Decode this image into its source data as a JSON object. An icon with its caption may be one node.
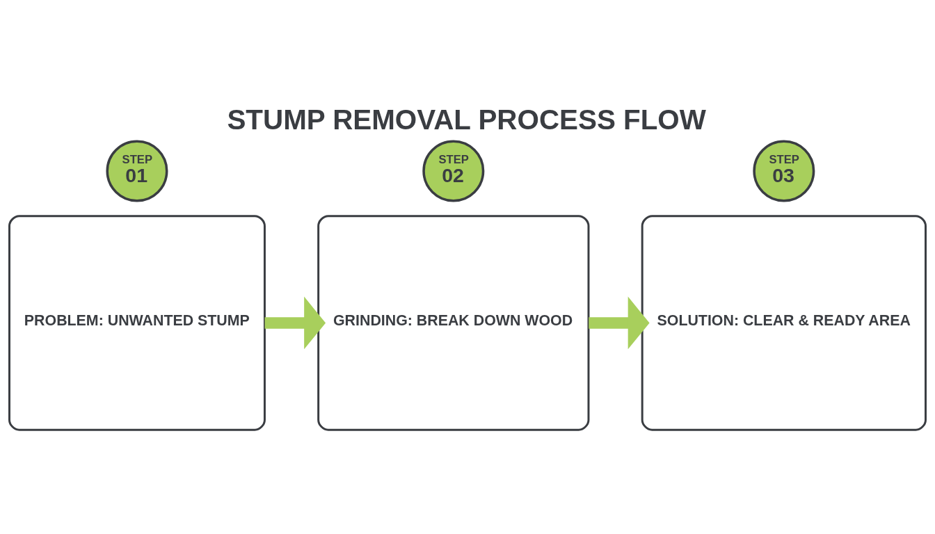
{
  "diagram": {
    "title": "STUMP REMOVAL PROCESS FLOW",
    "nodes": [
      {
        "text": [
          "STEP",
          "01"
        ]
      },
      {
        "text": [
          "PROBLEM: UNWANTED STUMP"
        ]
      },
      {
        "text": [
          "STEP",
          "02"
        ]
      },
      {
        "text": [
          "GRINDING: BREAK DOWN WOOD"
        ]
      },
      {
        "text": [
          "STEP",
          "03"
        ]
      },
      {
        "text": [
          "SOLUTION: CLEAR & READY AREA"
        ]
      }
    ],
    "edges": [
      {
        "from": 1,
        "to": 3,
        "arrow": "to"
      },
      {
        "from": 3,
        "to": 5,
        "arrow": "to"
      }
    ]
  }
}
